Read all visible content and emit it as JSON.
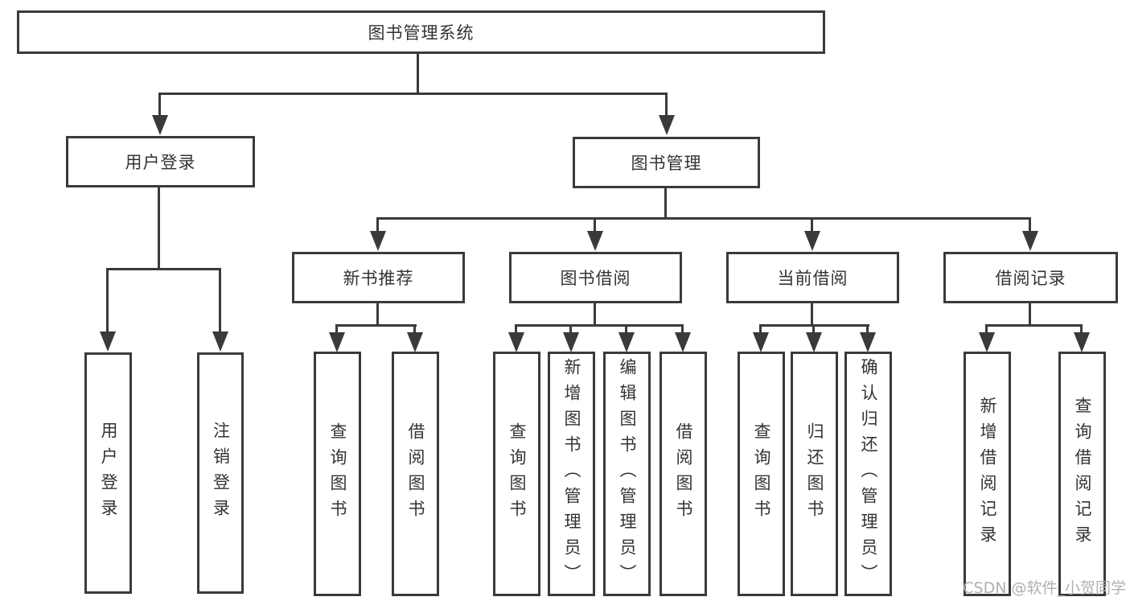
{
  "tree": {
    "root": "图书管理系统",
    "branches": [
      {
        "label": "用户登录",
        "children": [
          "用户登录",
          "注销登录"
        ]
      },
      {
        "label": "图书管理",
        "children": [
          {
            "label": "新书推荐",
            "children": [
              "查询图书",
              "借阅图书"
            ]
          },
          {
            "label": "图书借阅",
            "children": [
              "查询图书",
              "新增图书（管理员）",
              "编辑图书（管理员）",
              "借阅图书"
            ]
          },
          {
            "label": "当前借阅",
            "children": [
              "查询图书",
              "归还图书",
              "确认归还（管理员）"
            ]
          },
          {
            "label": "借阅记录",
            "children": [
              "新增借阅记录",
              "查询借阅记录"
            ]
          }
        ]
      }
    ]
  },
  "watermark": "CSDN @软件_小贺同学",
  "colors": {
    "line": "#3a3a3a",
    "text": "#333333",
    "watermark": "#b0b0b0",
    "background": "#ffffff"
  }
}
